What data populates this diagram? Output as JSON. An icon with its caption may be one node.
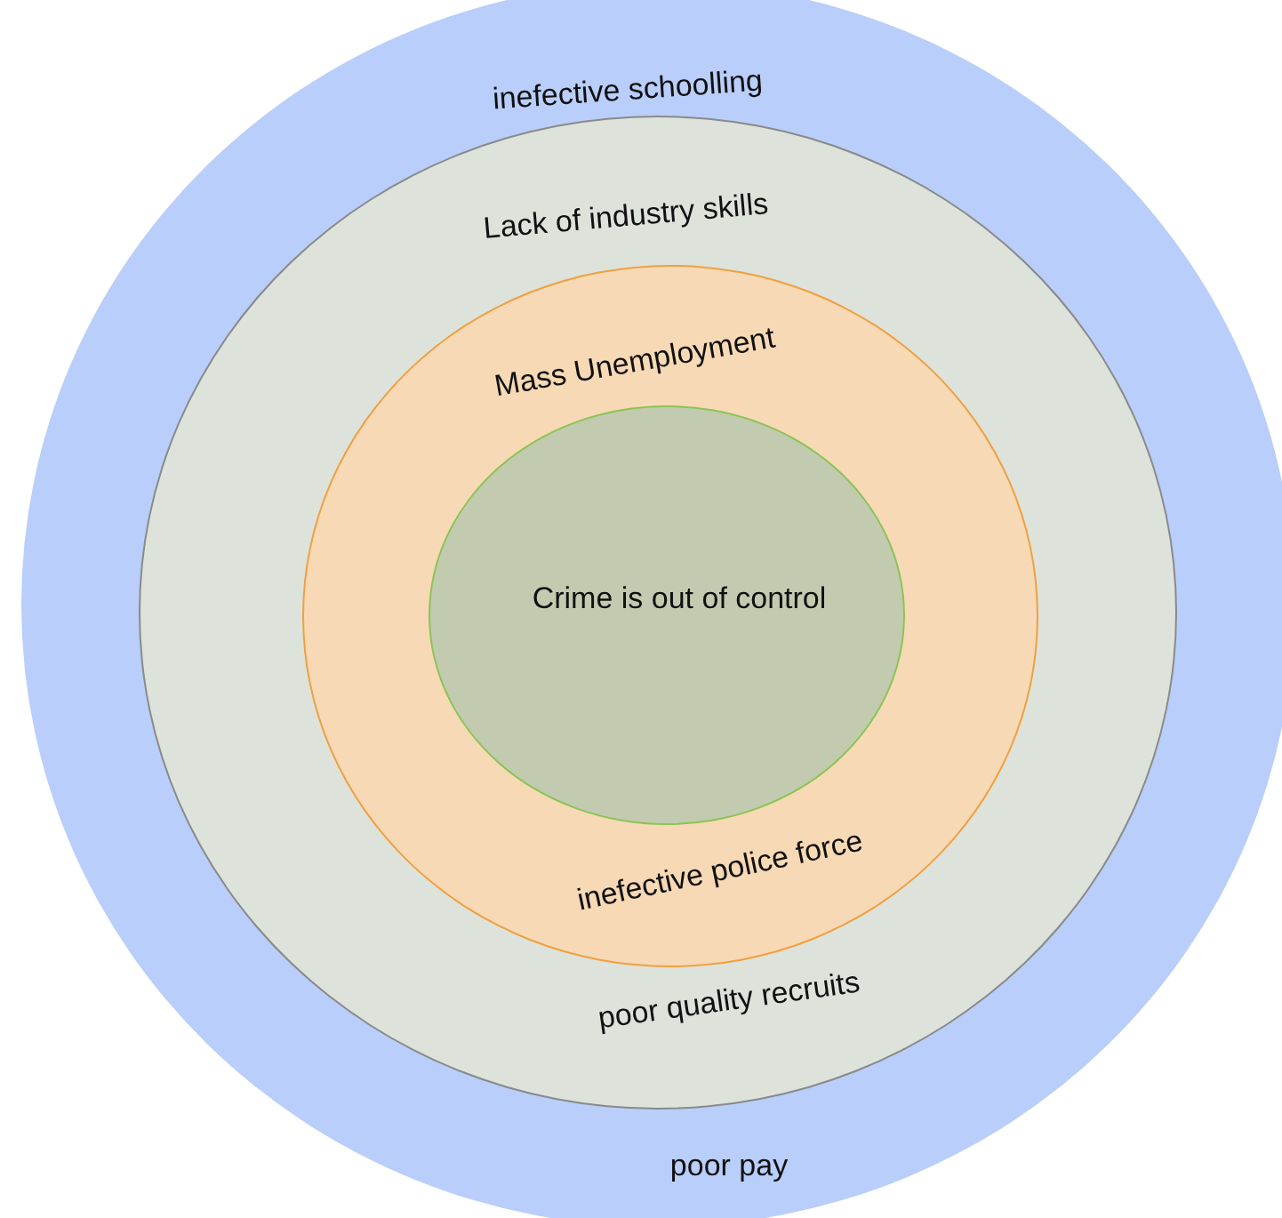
{
  "diagram": {
    "nodes": [
      {
        "text": [
          "inefective schoolling",
          "poor pay"
        ]
      },
      {
        "text": [
          "Lack of industry skills",
          "poor quality recruits"
        ],
        "in": 0
      },
      {
        "text": [
          "Mass Unemployment",
          "inefective police force"
        ],
        "in": 1
      },
      {
        "text": [
          "Crime is out of control"
        ],
        "in": 2
      }
    ]
  }
}
